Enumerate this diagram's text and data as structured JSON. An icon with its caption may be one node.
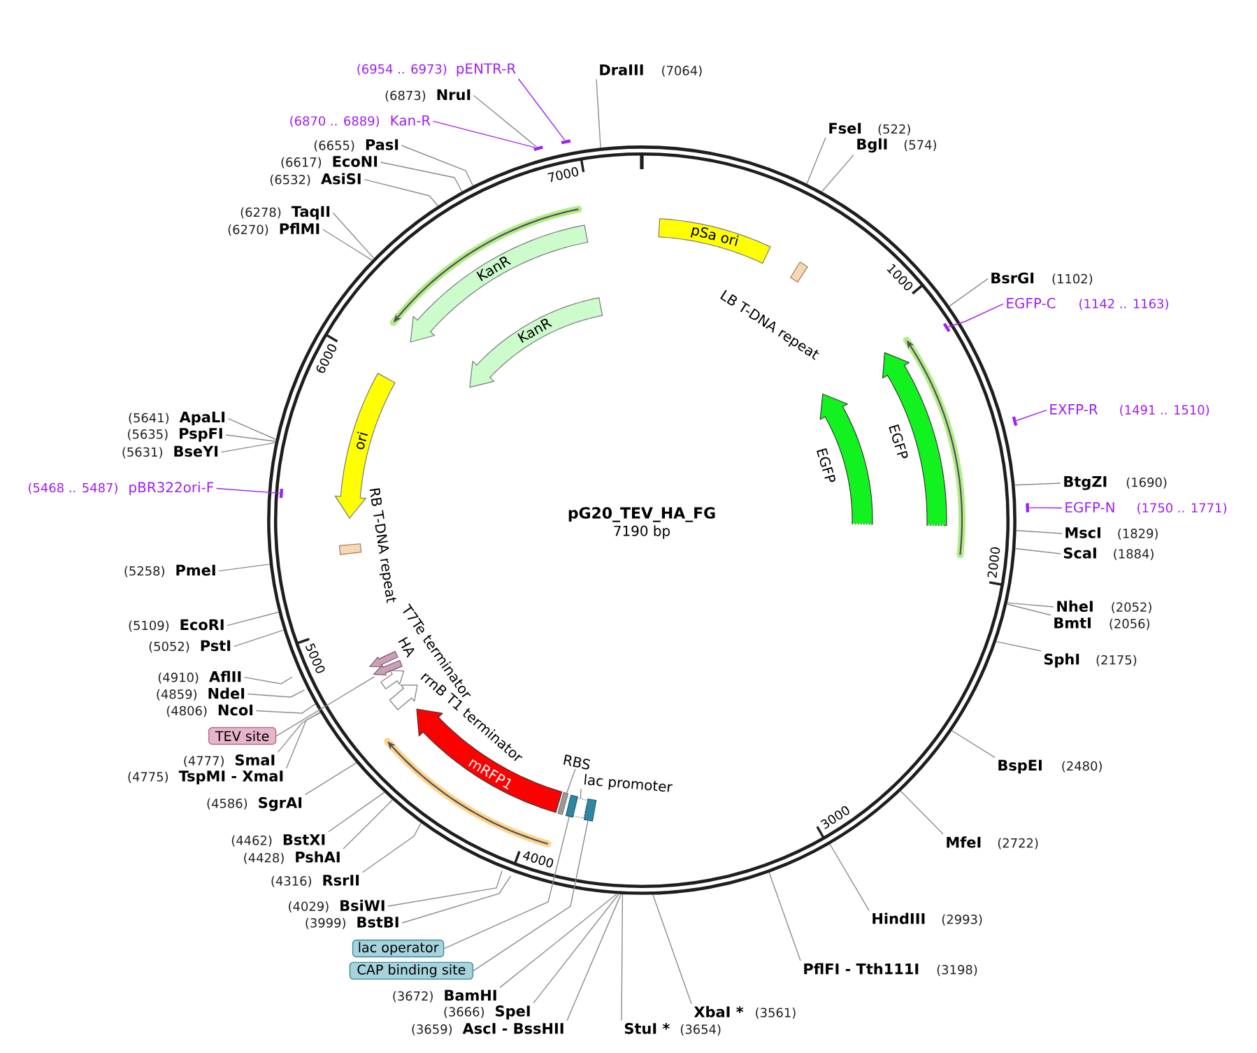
{
  "diagram": {
    "title": "pG20_TEV_HA_FG",
    "nodes": [
      {
        "text": [
          "DraIII",
          "(7064)"
        ]
      },
      {
        "text": [
          "FseI",
          "(522)"
        ]
      },
      {
        "text": [
          "BglI",
          "(574)"
        ]
      },
      {
        "text": [
          "BsrGI",
          "(1102)"
        ]
      },
      {
        "text": [
          "EGFP-C",
          "(1142 .. 1163)"
        ]
      },
      {
        "text": [],
        "shape": "bar"
      },
      {
        "text": [
          "EXFP-R",
          "(1491 .. 1510)"
        ]
      },
      {
        "text": [],
        "shape": "bar"
      },
      {
        "text": [
          "BtgZI",
          "(1690)"
        ]
      },
      {
        "text": [
          "EGFP-N",
          "(1750 .. 1771)"
        ]
      },
      {
        "text": [],
        "shape": "bar"
      },
      {
        "text": [
          "MscI",
          "(1829)"
        ]
      },
      {
        "text": [
          "ScaI",
          "(1884)"
        ]
      },
      {
        "text": [
          "NheI",
          "(2052)"
        ]
      },
      {
        "text": [
          "BmtI",
          "(2056)"
        ]
      },
      {
        "text": [
          "SphI",
          "(2175)"
        ]
      },
      {
        "text": [
          "BspEI",
          "(2480)"
        ]
      },
      {
        "text": [
          "MfeI",
          "(2722)"
        ]
      },
      {
        "text": [
          "HindIII",
          "(2993)"
        ]
      },
      {
        "text": [
          "PflFI - Tth111I",
          "(3198)"
        ]
      },
      {
        "text": [
          "XbaI *",
          "(3561)"
        ]
      },
      {
        "text": [
          "StuI *",
          "(3654)"
        ]
      },
      {
        "text": [
          "(3659)",
          "AscI - BssHII"
        ]
      },
      {
        "text": [
          "(3666)",
          "SpeI"
        ]
      },
      {
        "text": [
          "(3672)",
          "BamHI"
        ]
      },
      {
        "text": [
          "CAP binding site"
        ]
      },
      {
        "text": [
          "lac operator"
        ]
      },
      {
        "text": [
          "(3999)",
          "BstBI"
        ]
      },
      {
        "text": [
          "(4029)",
          "BsiWI"
        ]
      },
      {
        "text": [
          "(4316)",
          "RsrII"
        ]
      },
      {
        "text": [
          "(4428)",
          "PshAI"
        ]
      },
      {
        "text": [
          "(4462)",
          "BstXI"
        ]
      },
      {
        "text": [
          "(4586)",
          "SgrAI"
        ]
      },
      {
        "text": [
          "(4775)",
          "TspMI - XmaI"
        ]
      },
      {
        "text": [
          "(4777)",
          "SmaI"
        ]
      },
      {
        "text": [
          "TEV site"
        ]
      },
      {
        "text": [
          "(4806)",
          "NcoI"
        ]
      },
      {
        "text": [
          "(4859)",
          "NdeI"
        ]
      },
      {
        "text": [
          "(4910)",
          "AflII"
        ]
      },
      {
        "text": [
          "(5052)",
          "PstI"
        ]
      },
      {
        "text": [
          "(5109)",
          "EcoRI"
        ]
      },
      {
        "text": [
          "(5258)",
          "PmeI"
        ]
      },
      {
        "text": [
          "(5468 .. 5487)",
          "pBR322ori-F"
        ]
      },
      {
        "text": [],
        "shape": "bar"
      },
      {
        "text": [
          "(5631)",
          "BseYI"
        ]
      },
      {
        "text": [
          "(5635)",
          "PspFI"
        ]
      },
      {
        "text": [
          "(5641)",
          "ApaLI"
        ]
      },
      {
        "text": [
          "(6270)",
          "PflMI"
        ]
      },
      {
        "text": [
          "(6278)",
          "TaqII"
        ]
      },
      {
        "text": [
          "(6532)",
          "AsiSI"
        ]
      },
      {
        "text": [
          "(6617)",
          "EcoNI"
        ]
      },
      {
        "text": [
          "(6655)",
          "PasI"
        ]
      },
      {
        "text": [
          "(6870 .. 6889)",
          "Kan-R"
        ]
      },
      {
        "text": [],
        "shape": "bar"
      },
      {
        "text": [
          "(6873)",
          "NruI"
        ]
      },
      {
        "text": [
          "(6954 .. 6973)",
          "pENTR-R"
        ]
      },
      {
        "text": [],
        "shape": "bar"
      },
      {
        "text": [
          "pSa ori"
        ]
      },
      {
        "text": [
          "LB T-DNA repeat"
        ]
      },
      {
        "text": [
          "EGFP"
        ]
      },
      {
        "text": [
          "EGFP"
        ]
      },
      {
        "text": [
          "lac promoter"
        ]
      },
      {
        "text": [
          "RBS"
        ]
      },
      {
        "text": [],
        "shape": "box"
      },
      {
        "text": [],
        "shape": "box"
      },
      {
        "text": [],
        "shape": "box"
      },
      {
        "text": [],
        "shape": "box"
      },
      {
        "text": [
          "mRFP1"
        ]
      },
      {
        "text": [
          "rrnB T1 terminator"
        ]
      },
      {
        "text": [
          "HA"
        ]
      },
      {
        "text": [],
        "shape": "arrow"
      },
      {
        "text": [
          "T7Te terminator"
        ]
      },
      {
        "text": [
          "RB T-DNA repeat"
        ]
      },
      {
        "text": [
          "ori"
        ]
      },
      {
        "text": [
          "KanR"
        ]
      },
      {
        "text": [
          "KanR"
        ]
      }
    ],
    "edges": [
      {
        "from": 0,
        "to": null,
        "arrow": "none"
      },
      {
        "from": 1,
        "to": null,
        "arrow": "none"
      },
      {
        "from": 2,
        "to": null,
        "arrow": "none"
      },
      {
        "from": 3,
        "to": null,
        "arrow": "none"
      },
      {
        "from": 4,
        "to": 5,
        "arrow": "none",
        "color": "#a020f0"
      },
      {
        "from": 6,
        "to": 7,
        "arrow": "none",
        "color": "#a020f0"
      },
      {
        "from": 8,
        "to": null,
        "arrow": "none"
      },
      {
        "from": 9,
        "to": 10,
        "arrow": "none",
        "color": "#a020f0"
      },
      {
        "from": 11,
        "to": null,
        "arrow": "none"
      },
      {
        "from": 12,
        "to": null,
        "arrow": "none"
      },
      {
        "from": 13,
        "to": null,
        "arrow": "none"
      },
      {
        "from": 14,
        "to": null,
        "arrow": "none"
      },
      {
        "from": 15,
        "to": null,
        "arrow": "none"
      },
      {
        "from": 16,
        "to": null,
        "arrow": "none"
      },
      {
        "from": 17,
        "to": null,
        "arrow": "none"
      },
      {
        "from": 18,
        "to": null,
        "arrow": "none"
      },
      {
        "from": 19,
        "to": null,
        "arrow": "none"
      },
      {
        "from": 20,
        "to": null,
        "arrow": "none"
      },
      {
        "from": 21,
        "to": null,
        "arrow": "none"
      },
      {
        "from": 22,
        "to": null,
        "arrow": "none"
      },
      {
        "from": 23,
        "to": null,
        "arrow": "none"
      },
      {
        "from": 24,
        "to": null,
        "arrow": "none"
      },
      {
        "from": 25,
        "to": 63,
        "arrow": "none"
      },
      {
        "from": 26,
        "to": 65,
        "arrow": "none"
      },
      {
        "from": 27,
        "to": null,
        "arrow": "none"
      },
      {
        "from": 28,
        "to": null,
        "arrow": "none"
      },
      {
        "from": 29,
        "to": null,
        "arrow": "none"
      },
      {
        "from": 30,
        "to": null,
        "arrow": "none"
      },
      {
        "from": 31,
        "to": null,
        "arrow": "none"
      },
      {
        "from": 32,
        "to": null,
        "arrow": "none"
      },
      {
        "from": 33,
        "to": null,
        "arrow": "none"
      },
      {
        "from": 34,
        "to": null,
        "arrow": "none"
      },
      {
        "from": 35,
        "to": 70,
        "arrow": "none"
      },
      {
        "from": 36,
        "to": null,
        "arrow": "none"
      },
      {
        "from": 37,
        "to": null,
        "arrow": "none"
      },
      {
        "from": 38,
        "to": null,
        "arrow": "none"
      },
      {
        "from": 39,
        "to": null,
        "arrow": "none"
      },
      {
        "from": 40,
        "to": null,
        "arrow": "none"
      },
      {
        "from": 41,
        "to": null,
        "arrow": "none"
      },
      {
        "from": 42,
        "to": 43,
        "arrow": "none",
        "color": "#a020f0"
      },
      {
        "from": 44,
        "to": null,
        "arrow": "none"
      },
      {
        "from": 45,
        "to": null,
        "arrow": "none"
      },
      {
        "from": 46,
        "to": null,
        "arrow": "none"
      },
      {
        "from": 47,
        "to": null,
        "arrow": "none"
      },
      {
        "from": 48,
        "to": null,
        "arrow": "none"
      },
      {
        "from": 49,
        "to": null,
        "arrow": "none"
      },
      {
        "from": 50,
        "to": null,
        "arrow": "none"
      },
      {
        "from": 51,
        "to": null,
        "arrow": "none"
      },
      {
        "from": 52,
        "to": 53,
        "arrow": "none",
        "color": "#a020f0"
      },
      {
        "from": 54,
        "to": 53,
        "arrow": "none"
      },
      {
        "from": 55,
        "to": 56,
        "arrow": "none",
        "color": "#a020f0"
      },
      {
        "from": 61,
        "to": 64,
        "arrow": "none"
      },
      {
        "from": 62,
        "to": 66,
        "arrow": "none"
      }
    ],
    "labels": [
      "7190 bp",
      "1000",
      "2000",
      "3000",
      "4000",
      "5000",
      "6000",
      "7000"
    ]
  }
}
